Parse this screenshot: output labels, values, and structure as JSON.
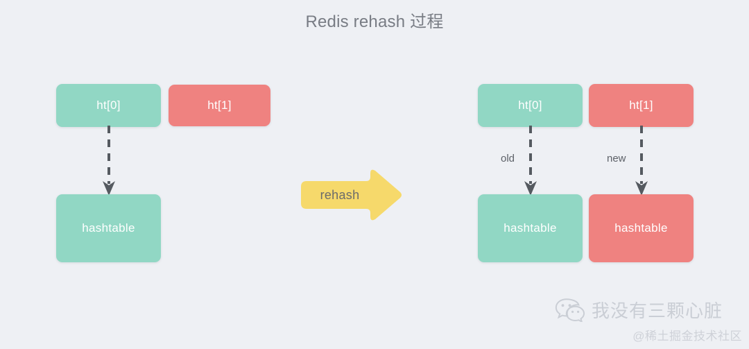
{
  "title": "Redis rehash 过程",
  "colors": {
    "background": "#eef0f4",
    "green": "#91d7c4",
    "red": "#ef8280",
    "yellow": "#f6d96b",
    "arrow_stroke": "#555a60",
    "title_text": "#787c84",
    "box_text": "#ffffff",
    "rehash_text": "#6b6b6b",
    "edge_label_text": "#5d6168"
  },
  "before": {
    "ht0_label": "ht[0]",
    "ht1_label": "ht[1]",
    "hashtable_label": "hashtable"
  },
  "transition": {
    "label": "rehash"
  },
  "after": {
    "ht0_label": "ht[0]",
    "ht1_label": "ht[1]",
    "old_edge_label": "old",
    "new_edge_label": "new",
    "hashtable_old_label": "hashtable",
    "hashtable_new_label": "hashtable"
  },
  "watermark": {
    "icon": "wechat-icon",
    "name": "我没有三颗心脏",
    "source": "@稀土掘金技术社区"
  }
}
